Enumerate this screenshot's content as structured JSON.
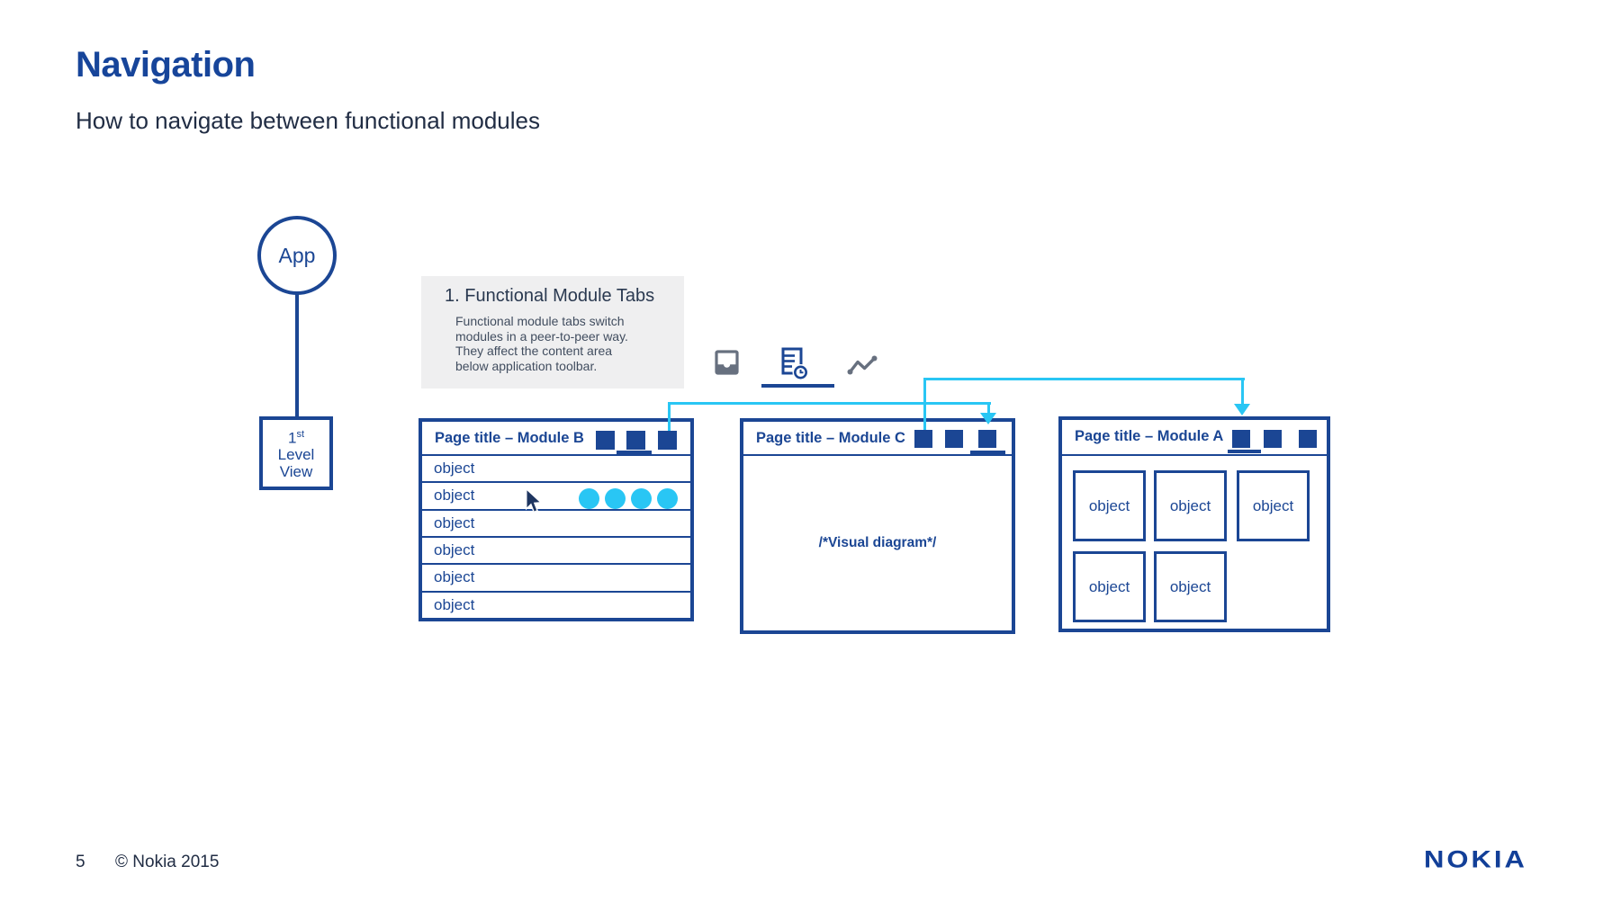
{
  "page": {
    "title": "Navigation",
    "subtitle": "How to navigate between functional modules"
  },
  "colors": {
    "navy": "#1B4694",
    "cyan": "#29C6F4",
    "icon_gray": "#67707F",
    "info_box_bg": "#EFEFF0",
    "dark_text": "#212D44",
    "nokia_blue": "#123F98"
  },
  "hierarchy": {
    "app_label": "App",
    "level_view": {
      "number": "1",
      "ordinal": "st",
      "line2": "Level",
      "line3": "View"
    }
  },
  "info_box": {
    "heading": "1. Functional Module Tabs",
    "body": "Functional module tabs switch\nmodules in a peer-to-peer way.\nThey affect the content area\nbelow application toolbar."
  },
  "toolbar": {
    "icons": [
      "image-tray-icon",
      "report-clock-icon",
      "trend-icon"
    ],
    "active_icon": "report-clock-icon"
  },
  "modules": {
    "b": {
      "title": "Page title – Module B",
      "tabs": 3,
      "active_tab": 2,
      "rows": [
        "object",
        "object",
        "object",
        "object",
        "object",
        "object"
      ],
      "selection_dots": 4
    },
    "c": {
      "title": "Page title – Module C",
      "tabs": 3,
      "active_tab": 3,
      "content": "/*Visual diagram*/"
    },
    "a": {
      "title": "Page title – Module A",
      "tabs": 3,
      "active_tab": 1,
      "objects": [
        "object",
        "object",
        "object",
        "object",
        "object"
      ]
    }
  },
  "flows": [
    {
      "name": "module-b-tab3-to-module-c",
      "color": "#29C6F4"
    },
    {
      "name": "module-c-tab1-to-module-a",
      "color": "#29C6F4"
    }
  ],
  "footer": {
    "page_number": "5",
    "copyright": "© Nokia 2015",
    "logo": "NOKIA"
  }
}
